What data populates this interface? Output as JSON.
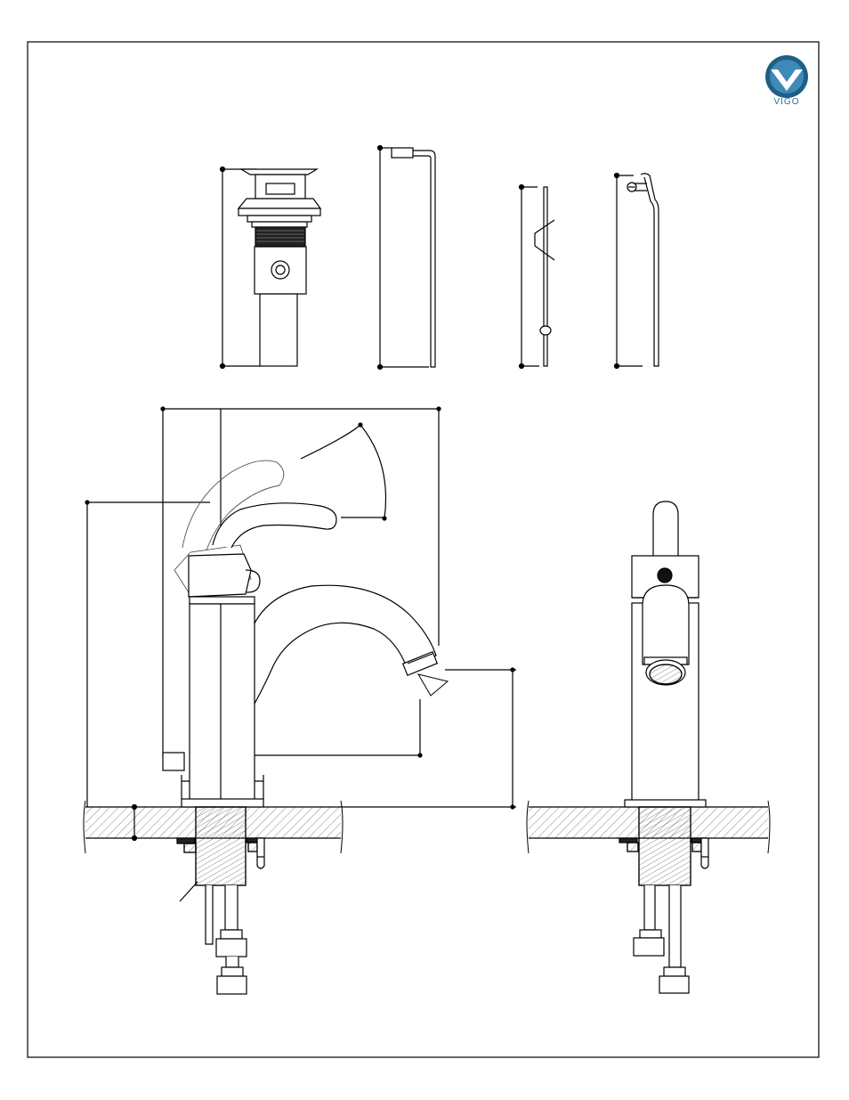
{
  "brand": {
    "name": "VIGO",
    "logo_icon": "vigo-v-badge-icon",
    "logo_color": "#1f5f86",
    "logo_text_color": "#2a6f9a"
  },
  "drawing": {
    "line_color": "#000000",
    "hatch_color": "#6a6a6a",
    "parts": [
      "pop-up-drain",
      "lift-rod",
      "pivot-rod",
      "clevis-strap",
      "faucet-side-view",
      "faucet-front-view",
      "countertop-section"
    ]
  }
}
